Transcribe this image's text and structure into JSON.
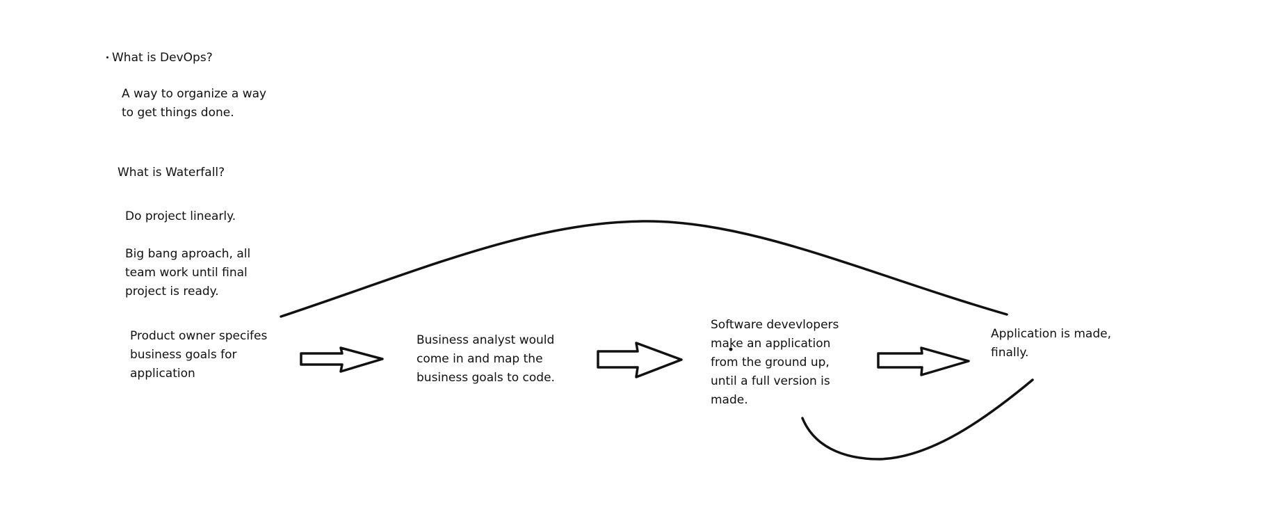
{
  "notes": {
    "devops_question": "What is DevOps?",
    "devops_answer": "A way to organize a way\nto get things done.",
    "waterfall_question": "What is Waterfall?",
    "waterfall_answer_1": "Do project linearly.",
    "waterfall_answer_2": "Big bang aproach, all\nteam work until final\nproject is ready."
  },
  "flow": {
    "step1": "Product owner specifes\nbusiness goals for\napplication",
    "step2": "Business analyst would\ncome in and map the\nbusiness goals to code.",
    "step3": "Software devevlopers\nmake an application\nfrom the ground up,\nuntil a full version is\nmade.",
    "step4": "Application is made,\nfinally."
  },
  "colors": {
    "ink": "#111111",
    "background": "#ffffff"
  }
}
